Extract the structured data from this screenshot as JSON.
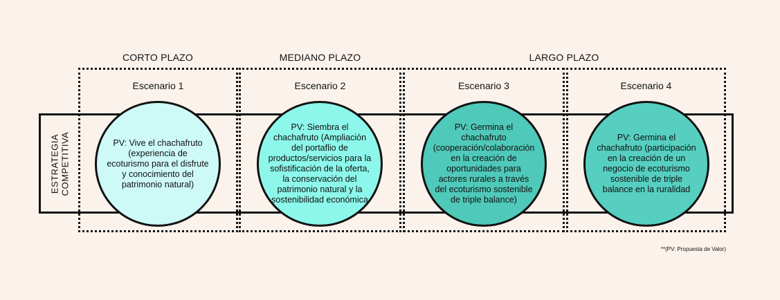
{
  "phases": {
    "corto": "CORTO PLAZO",
    "mediano": "MEDIANO PLAZO",
    "largo": "LARGO PLAZO"
  },
  "row_label": {
    "line1": "ESTRATEGIA",
    "line2": "COMPETITIVA"
  },
  "scenarios": [
    {
      "title": "Escenario 1",
      "title_pv": "PV: Vive el chachafruto",
      "body": "(experiencia de ecoturismo para el disfrute y conocimiento del patrimonio natural)",
      "color": "#cdfaf7"
    },
    {
      "title": "Escenario 2",
      "title_pv": "PV: Siembra el chachafruto",
      "body": "(Ampliación del portaflio de productos/servicios para la sofistificación de la oferta, la conservación del patrimonio natural y la sostenibilidad económica",
      "color": "#8cf7ea"
    },
    {
      "title": "Escenario 3",
      "title_pv": "PV: Germina el chachafruto",
      "body": "(cooperación/colaboración en la creación de oportunidades para actores rurales a través del ecoturismo sostenible de triple balance)",
      "color": "#4fc9b9"
    },
    {
      "title": "Escenario 4",
      "title_pv": "PV: Germina el chachafruto",
      "body": "(participación en la creación de un negocio de ecoturismo sostenible de triple balance en la ruralidad",
      "color": "#56cfc0"
    }
  ],
  "note": "**(PV: Propuesta de Valor)",
  "colors": {
    "background": "#fbf2ec",
    "line": "#111111"
  }
}
